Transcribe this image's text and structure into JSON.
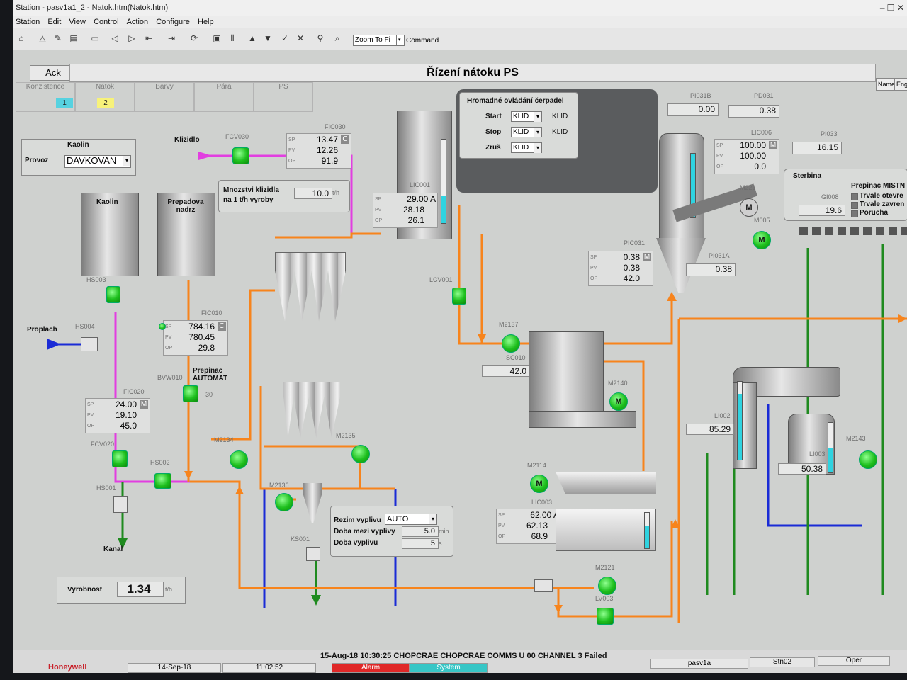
{
  "window": {
    "title": "Station - pasv1a1_2 - Natok.htm(Natok.htm)",
    "controls": "–  ❐  ✕"
  },
  "menu": [
    "Station",
    "Edit",
    "View",
    "Control",
    "Action",
    "Configure",
    "Help"
  ],
  "toolbar": {
    "zoom": "Zoom To Fi",
    "command_label": "Command"
  },
  "header": {
    "ack": "Ack",
    "title": "Řízení nátoku PS",
    "name": "Name",
    "eng": "Eng"
  },
  "tabs": [
    {
      "label": "Konzistence",
      "count": "1",
      "color": "#57d2e0"
    },
    {
      "label": "Nátok",
      "count": "2",
      "color": "#f7f27a"
    },
    {
      "label": "Barvy",
      "count": ""
    },
    {
      "label": "Pára",
      "count": ""
    },
    {
      "label": "PS",
      "count": ""
    }
  ],
  "kaolin_panel": {
    "title": "Kaolin",
    "provoz": "Provoz",
    "mode": "DAVKOVAN"
  },
  "tanks": {
    "kaolin": "Kaolin",
    "prepadova": "Prepadova nadrz"
  },
  "labels": {
    "klizidlo": "Klizidlo",
    "fcv030": "FCV030",
    "propl": "Proplach",
    "kanal": "Kanal",
    "hs003": "HS003",
    "hs004": "HS004",
    "hs002": "HS002",
    "hs001": "HS001",
    "fcv020": "FCV020",
    "bvw010": "BVW010",
    "prepinac_auto": "Prepinac AUTOMAT",
    "bv_small": "30",
    "lic001": "LIC001",
    "lcv001": "LCV001",
    "m2137": "M2137",
    "sc010": "SC010",
    "m2134": "M2134",
    "m2135": "M2135",
    "m2136": "M2136",
    "ks001": "KS001",
    "m2140": "M2140",
    "m2114": "M2114",
    "lic003": "LIC003",
    "m2121": "M2121",
    "lv003": "LV003",
    "li002": "LI002",
    "li003": "LI003",
    "m2143": "M2143",
    "m221": "M221",
    "m005": "M005",
    "pi031b": "PI031B",
    "pd031": "PD031",
    "lic006": "LIC006",
    "pi033": "PI033",
    "pi031a": "PI031A",
    "pic031": "PIC031",
    "sterbina": "Sterbina",
    "gi008": "GI008"
  },
  "faceplates": {
    "fic030": {
      "tag": "FIC030",
      "sp": "13.47",
      "pv": "12.26",
      "op": "91.9",
      "mode": "C"
    },
    "fic010": {
      "tag": "FIC010",
      "sp": "784.16",
      "pv": "780.45",
      "op": "29.8",
      "mode": "C"
    },
    "fic020": {
      "tag": "FIC020",
      "sp": "24.00",
      "pv": "19.10",
      "op": "45.0",
      "mode": "M"
    },
    "lic001": {
      "sp": "29.00 A",
      "pv": "28.18",
      "op": "26.1"
    },
    "lic006": {
      "sp": "100.00",
      "pv": "100.00",
      "op": "0.0",
      "mode": "M"
    },
    "pic031": {
      "sp": "0.38",
      "pv": "0.38",
      "op": "42.0",
      "mode": "M"
    },
    "lic003": {
      "sp": "62.00 A",
      "pv": "62.13",
      "op": "68.9"
    }
  },
  "klizidlo_box": {
    "line1": "Mnozstvi klizidla",
    "line2": "na 1 t/h vyroby",
    "value": "10.0",
    "unit": "t/h"
  },
  "pumps_panel": {
    "title": "Hromadné ovládání čerpadel",
    "rows": [
      {
        "label": "Start",
        "select": "KLID",
        "state": "KLID"
      },
      {
        "label": "Stop",
        "select": "KLID",
        "state": "KLID"
      },
      {
        "label": "Zruš",
        "select": "KLID",
        "state": ""
      }
    ]
  },
  "readouts": {
    "pi031b": "0.00",
    "pd031": "0.38",
    "pi033": "16.15",
    "pi031a": "0.38",
    "sc010": "42.0",
    "li002": "85.29",
    "li003": "50.38",
    "gi008": "19.6"
  },
  "prepinac_panel": {
    "title": "Prepinac MISTN",
    "items": [
      "Trvale otevre",
      "Trvale zavren",
      "Porucha"
    ]
  },
  "vypliv": {
    "rezim": "Rezim vyplivu",
    "mode": "AUTO",
    "doba_mezi": "Doba mezi vyplivy",
    "doba_mezi_val": "5.0",
    "doba_mezi_unit": "min",
    "doba": "Doba vyplivu",
    "doba_val": "5",
    "doba_unit": "s"
  },
  "vyrobnost": {
    "label": "Vyrobnost",
    "value": "1.34",
    "unit": "t/h"
  },
  "status": {
    "brand": "Honeywell",
    "date": "14-Sep-18",
    "time": "11:02:52",
    "message": "15-Aug-18  10:30:25  CHOPCRAE   CHOPCRAE   COMMS   U 00 CHANNEL   3   Failed",
    "alarm": "Alarm",
    "system": "System",
    "station": "pasv1a",
    "stn": "Stn02",
    "oper": "Oper"
  },
  "colors": {
    "orange": "#f7841c",
    "magenta": "#e23ee0",
    "blue": "#1a2bd6",
    "green": "#1f8a1f",
    "cyan": "#2fd3e0"
  }
}
